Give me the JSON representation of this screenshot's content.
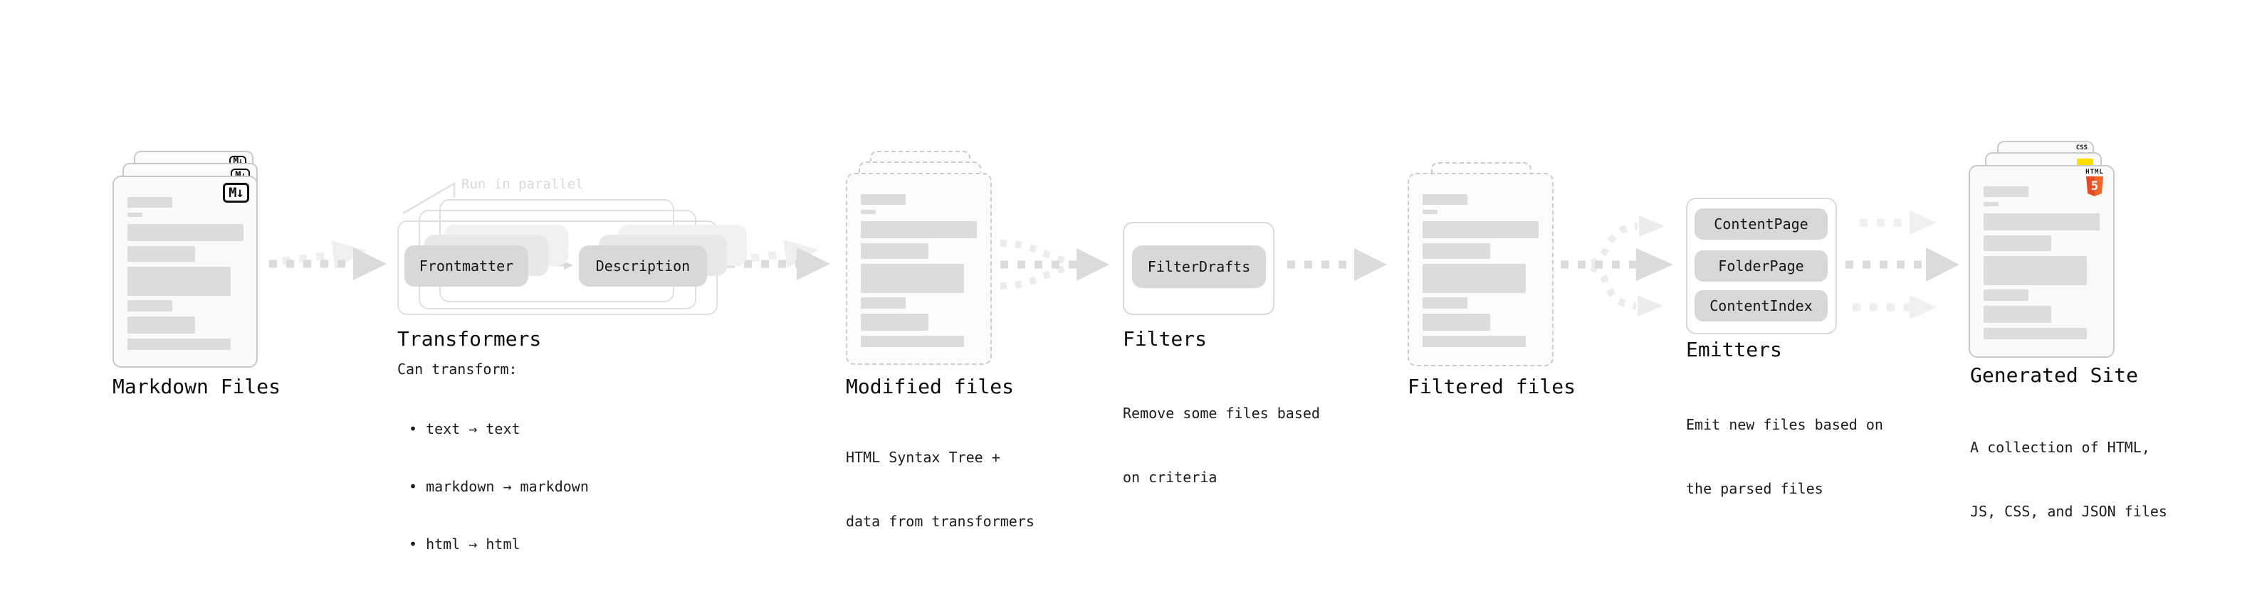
{
  "stations": {
    "markdown_files": {
      "title": "Markdown Files",
      "badge": "M↓"
    },
    "transformers": {
      "title": "Transformers",
      "note": "Run in parallel",
      "pills": [
        "Frontmatter",
        "Description"
      ],
      "desc_heading": "Can transform:",
      "bullets": [
        "• text → text",
        "• markdown → markdown",
        "• html → html"
      ]
    },
    "modified_files": {
      "title": "Modified files",
      "subtitle": [
        "HTML Syntax Tree +",
        "data from transformers"
      ]
    },
    "filters": {
      "title": "Filters",
      "pill": "FilterDrafts",
      "subtitle": [
        "Remove some files based",
        "on criteria"
      ]
    },
    "filtered_files": {
      "title": "Filtered files"
    },
    "emitters": {
      "title": "Emitters",
      "pills": [
        "ContentPage",
        "FolderPage",
        "ContentIndex"
      ],
      "subtitle": [
        "Emit new files based on",
        "the parsed files"
      ]
    },
    "generated_site": {
      "title": "Generated Site",
      "subtitle": [
        "A collection of HTML,",
        "JS, CSS, and JSON files"
      ],
      "badges": {
        "css": "CSS",
        "html_label": "HTML",
        "html_number": "5"
      }
    }
  },
  "colors": {
    "background": "#ffffff",
    "doc_border": "#c9c9c9",
    "doc_fill": "#fafafa",
    "placeholder_bar": "#dcdcdc",
    "pill_fill": "#d8d8d8",
    "arrow_dark": "#dbdbdb",
    "arrow_light": "#efefef",
    "note_gray": "#d9d9d9",
    "markdown_badge_ink": "#111111",
    "html5_orange": "#e44d26",
    "js_yellow": "#ffdd00",
    "css_blue": "#2965f1"
  }
}
